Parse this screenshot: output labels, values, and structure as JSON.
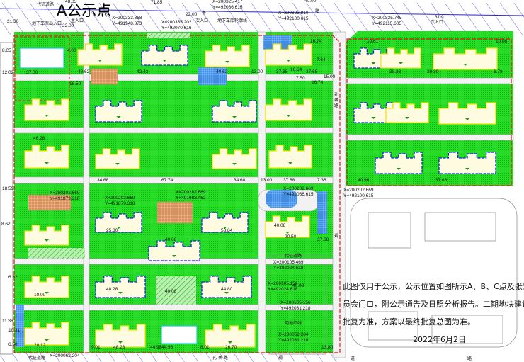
{
  "title": "A公示点",
  "roads": {
    "top_road_a": "代征道路",
    "top_road_b": "寨",
    "top_road_c": "路",
    "underground_garage": "地下车库轮廓线",
    "underground_entrance": "地下车库出入口",
    "main_entrance": "主入口",
    "secondary_entrance": "次入口",
    "mid_road": "孔 寨 路",
    "right_road": "规",
    "lower_road": "代征道路",
    "land_line": "用地红线",
    "bottom_road_a": "道",
    "bottom_road_b": "路",
    "bottom_road_c": "孔 寨 路",
    "bottom_road_d": "规",
    "bottom_left_road": "代征道路"
  },
  "coordinates": [
    "X=200333.368",
    "Y=491948.873",
    "X=200335.202",
    "Y=492070.616",
    "X=200325.417",
    "Y=492086.615",
    "X=200325.810",
    "Y=492100.615",
    "X=200335.745",
    "Y=492115.605",
    "X=200202.669",
    "Y=491879.318",
    "X=200202.669",
    "Y=491879.318",
    "X=200202.669",
    "Y=491982.462",
    "X=200202.669",
    "Y=492086.615",
    "X=200202.669",
    "Y=492100.615",
    "X=200105.469",
    "Y=492024.618",
    "X=200105.156",
    "Y=492024.618",
    "X=200105.156",
    "Y=492031.218",
    "X=200062.204",
    "Y=492031.218",
    "X=200062.204"
  ],
  "dimensions": [
    "21.36",
    "22.00",
    "22.00",
    "48.03",
    "71.85",
    "40.00",
    "31.91",
    "15.00",
    "40.62",
    "42.42",
    "40.62",
    "37.00",
    "37.68",
    "37.68",
    "16.74",
    "16.74",
    "7.64",
    "10.64",
    "7.50",
    "38.38",
    "29.30",
    "6.78",
    "10.61",
    "10.06",
    "13.00",
    "12.02",
    "18.50",
    "8.65",
    "4.00",
    "46.28",
    "34.68",
    "67.74",
    "34.68",
    "13.00",
    "37.68",
    "7.36",
    "40.98",
    "37.68",
    "25.30",
    "40.08",
    "58.84",
    "40.08",
    "20.50",
    "37.68",
    "10.00",
    "48.28",
    "40.08",
    "44.80",
    "40.08",
    "20.12",
    "48.28",
    "44.98",
    "26.70",
    "44.98",
    "8.01",
    "9.01",
    "13.80",
    "6.50",
    "18.59",
    "8.62",
    "6.32",
    "10.31",
    "11.38"
  ],
  "note": {
    "line1": "此图仅用于公示，公示位置如图所示A、B、C点及张营村民",
    "line2": "员会门口，附公示通告及日照分析报告。二期地块建设高度最终",
    "line3": "批复为准，方案以最终批复总图为准。",
    "date": "2022年6月2日"
  },
  "colors": {
    "green_space": "#22dd22",
    "building_outline_yellow": "#f2e600",
    "building_outline_blue": "#1a1aee",
    "road_hatch": "#3a3acc",
    "red_line": "#e01010",
    "water_blue": "#3c8ee8",
    "plaza_brown": "#d9905a"
  }
}
